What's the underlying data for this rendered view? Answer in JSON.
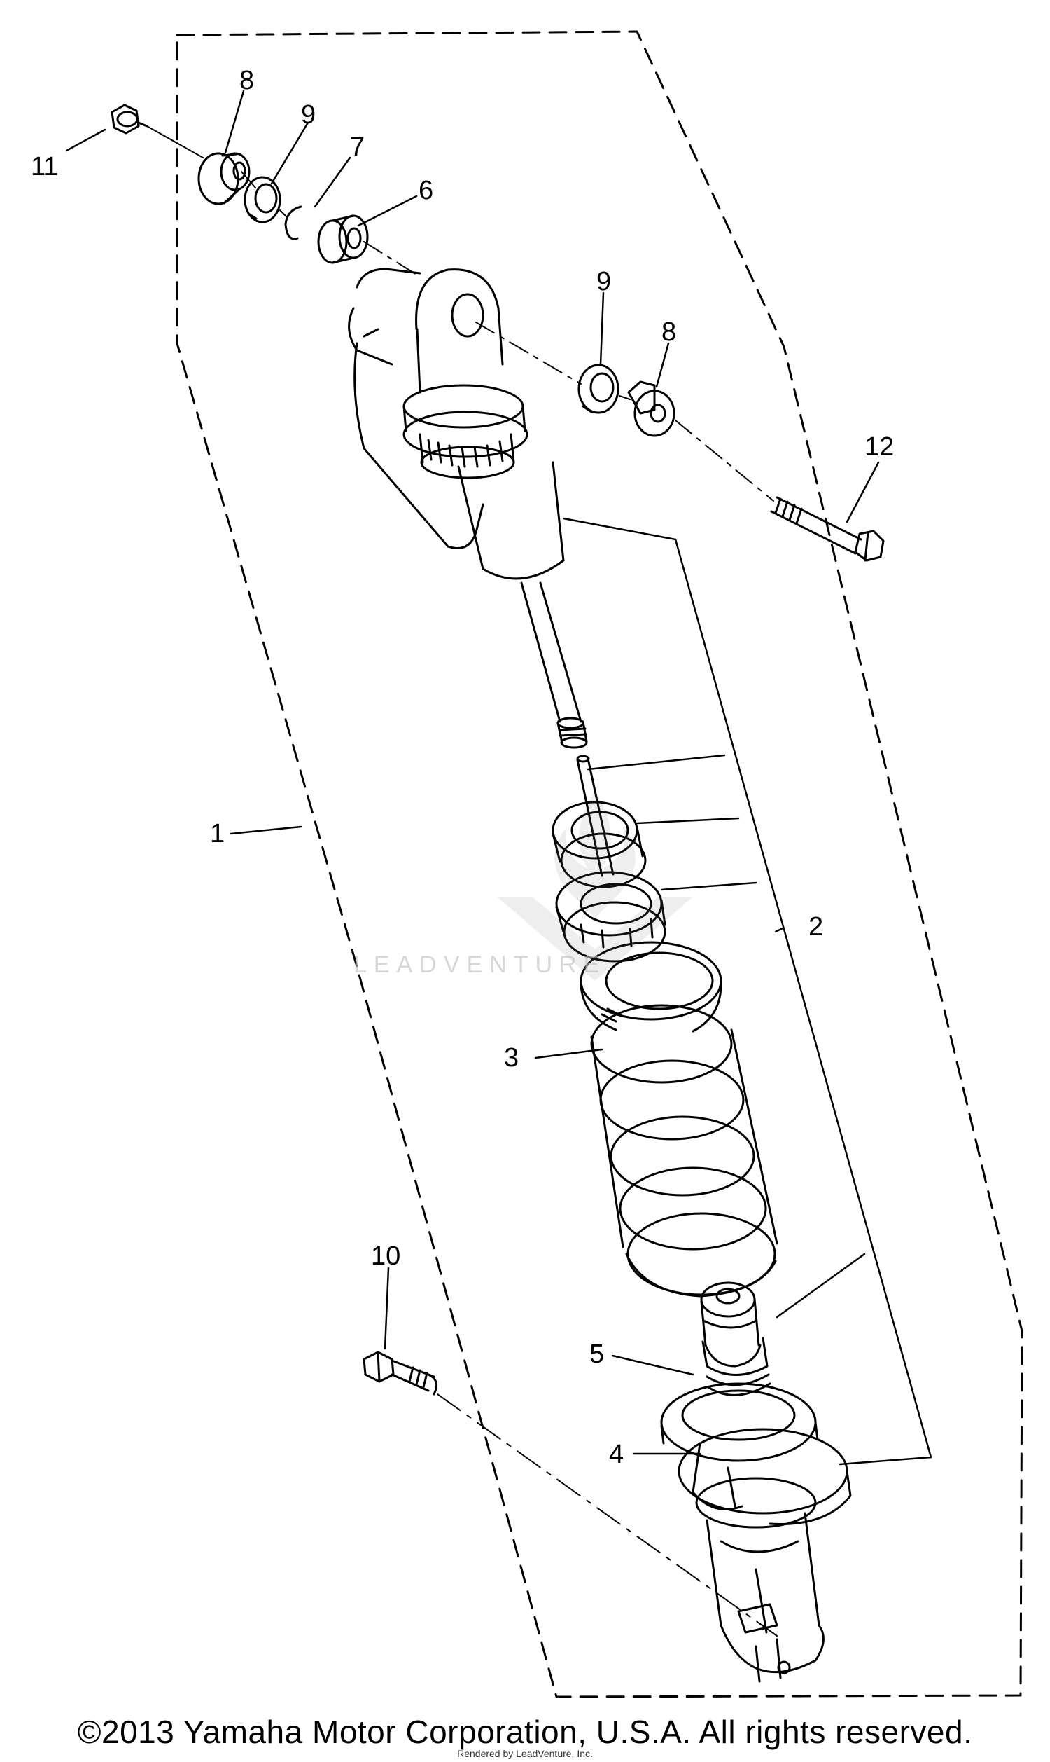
{
  "callouts": {
    "c1": "1",
    "c2": "2",
    "c3": "3",
    "c4": "4",
    "c5": "5",
    "c6": "6",
    "c7": "7",
    "c8_top": "8",
    "c8_right": "8",
    "c9_top": "9",
    "c9_right": "9",
    "c10": "10",
    "c11": "11",
    "c12": "12"
  },
  "watermark": {
    "text": "LEADVENTURE"
  },
  "footer": {
    "copyright": "©2013 Yamaha Motor Corporation, U.S.A. All rights reserved.",
    "credit": "Rendered by LeadVenture, Inc."
  }
}
